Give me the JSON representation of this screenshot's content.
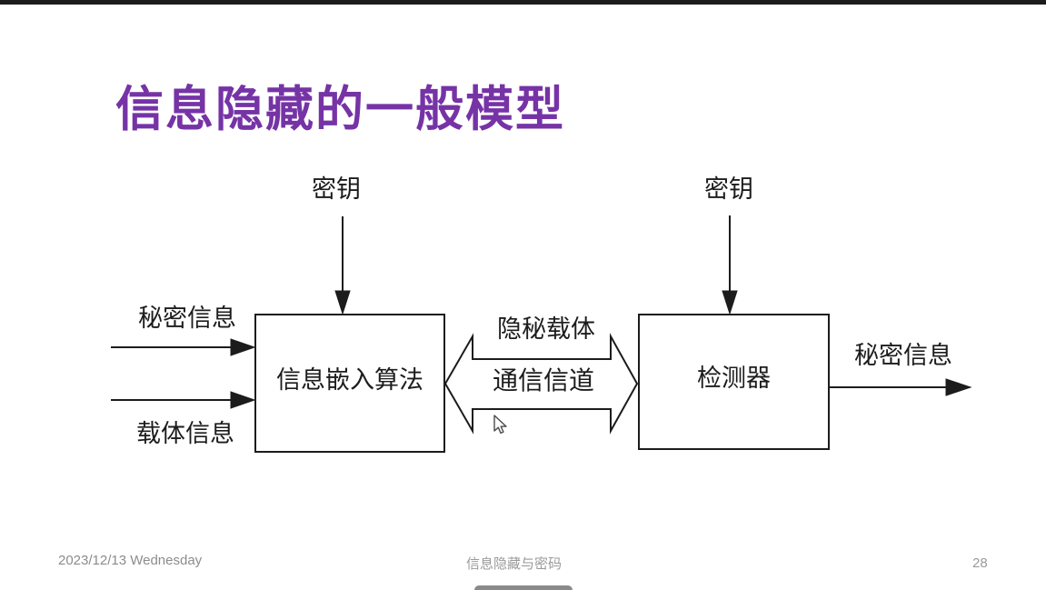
{
  "slide": {
    "title": "信息隐藏的一般模型",
    "diagram": {
      "key_left": "密钥",
      "key_right": "密钥",
      "secret_input": "秘密信息",
      "carrier_input": "载体信息",
      "embed_box": "信息嵌入算法",
      "detector_box": "检测器",
      "stego_carrier": "隐秘载体",
      "channel": "通信信道",
      "secret_output": "秘密信息"
    },
    "footer": {
      "date": "2023/12/13 Wednesday",
      "course": "信息隐藏与密码",
      "page": "28"
    }
  },
  "colors": {
    "title": "#7633A6",
    "line": "#1c1c1c",
    "footer_text": "#8c8c8c",
    "bottom_handle": "#8a8a8a",
    "background": "#ffffff"
  },
  "icons": {
    "cursor": "arrow-pointer"
  }
}
